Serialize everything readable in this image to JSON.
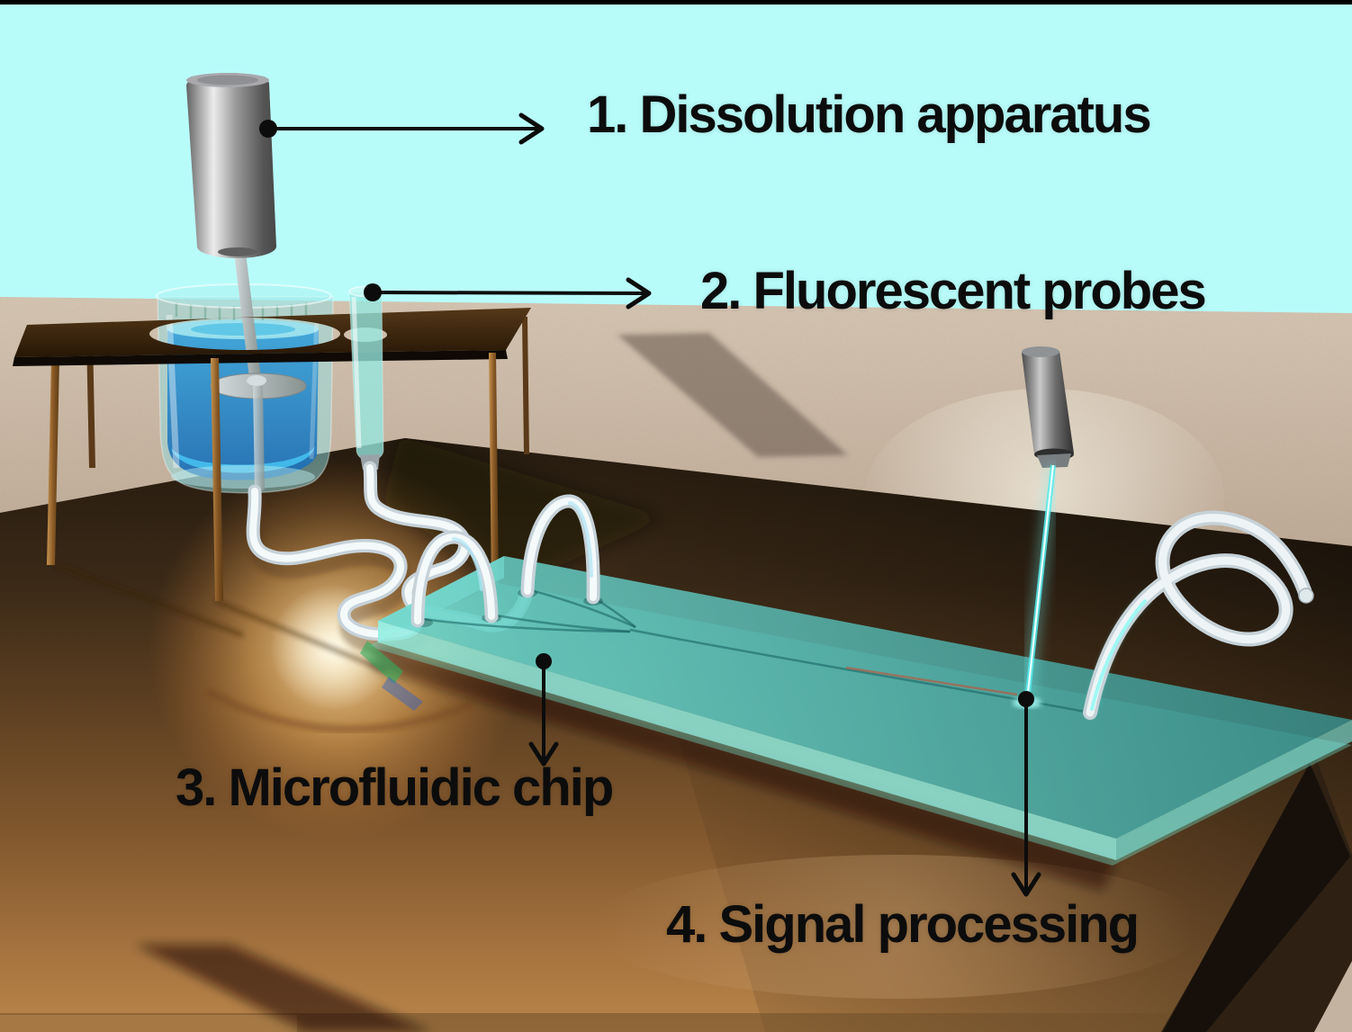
{
  "annotations": {
    "labels": [
      {
        "id": "dissolution-apparatus",
        "text": "1. Dissolution apparatus"
      },
      {
        "id": "fluorescent-probes",
        "text": "2. Fluorescent probes"
      },
      {
        "id": "microfluidic-chip",
        "text": "3. Microfluidic chip"
      },
      {
        "id": "signal-processing",
        "text": "4. Signal processing"
      }
    ]
  },
  "scene": {
    "description": "3D rendered schematic of a fluorescence-based dissolution monitoring setup on a copper bench",
    "components": [
      "stirrer-motor",
      "stirrer-shaft",
      "stirrer-paddle",
      "dissolution-vessel",
      "vessel-liquid",
      "lab-stand",
      "fluorescent-probe-vial",
      "inlet-tubing",
      "tubing-arches",
      "microfluidic-chip",
      "chip-channels",
      "outlet-tubing",
      "detection-probe",
      "excitation-beam",
      "workbench",
      "sand-floor",
      "sky-backdrop"
    ],
    "palette": {
      "label_color": "#0c0c0c",
      "sky": "#b8fcfa",
      "sand": "#cbb8a5",
      "workbench_copper": "#9c6b38",
      "workbench_dark": "#2b2012",
      "stand_wood": "#8a5a26",
      "vessel_liquid_blue": "#2a8fd0",
      "chip_teal": "#54b4ab",
      "tubing_white": "#eef4f6",
      "beam_cyan": "#55ecec",
      "metal_gray": "#8f8f8f"
    }
  }
}
